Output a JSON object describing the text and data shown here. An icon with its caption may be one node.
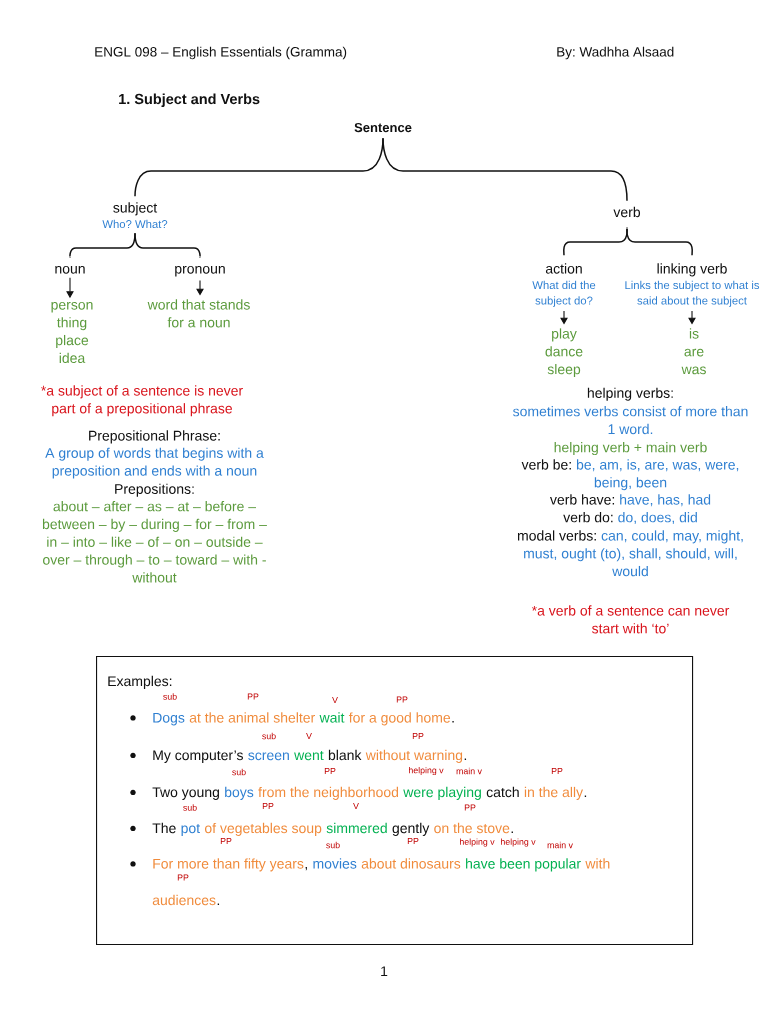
{
  "diagram": {
    "title": "1. Subject and Verbs",
    "nodes": [
      {
        "text": [
          "Sentence"
        ]
      },
      {
        "text": [
          "subject",
          "Who? What?"
        ]
      },
      {
        "text": [
          "verb"
        ]
      },
      {
        "text": [
          "noun"
        ]
      },
      {
        "text": [
          "pronoun"
        ]
      },
      {
        "text": [
          "action",
          "What did the subject do?"
        ]
      },
      {
        "text": [
          "linking verb",
          "Links the subject to what is said about the subject"
        ]
      },
      {
        "text": [
          "person",
          "thing",
          "place",
          "idea"
        ]
      },
      {
        "text": [
          "word that stands for a noun"
        ]
      },
      {
        "text": [
          "play",
          "dance",
          "sleep"
        ]
      },
      {
        "text": [
          "is",
          "are",
          "was"
        ]
      },
      {
        "text": [
          "Examples:",
          "sub",
          "PP",
          "V",
          "PP",
          "Dogs",
          "at the animal shelter",
          "wait",
          "for a good home",
          ".",
          "sub",
          "V",
          "PP",
          "My computer’s",
          "screen",
          "went",
          "blank",
          "without warning",
          ".",
          "sub",
          "PP",
          "helping v",
          "main v",
          "PP",
          "Two young",
          "boys",
          "from the neighborhood",
          "were playing",
          "catch",
          "in the ally",
          ".",
          "sub",
          "PP",
          "V",
          "PP",
          "The",
          "pot",
          "of vegetables soup",
          "simmered",
          "gently",
          "on the stove",
          ".",
          "PP",
          "sub",
          "PP",
          "helping v",
          "helping v",
          "main v",
          "For more than fifty years",
          ",",
          "movies",
          "about dinosaurs",
          "have been popular",
          "with",
          "PP",
          "audiences",
          "."
        ]
      }
    ],
    "edges": [
      {
        "from": 0,
        "to": 1,
        "arrow": "none"
      },
      {
        "from": 0,
        "to": 2,
        "arrow": "none"
      },
      {
        "from": 1,
        "to": 3,
        "arrow": "none"
      },
      {
        "from": 1,
        "to": 4,
        "arrow": "none"
      },
      {
        "from": 2,
        "to": 5,
        "arrow": "none"
      },
      {
        "from": 2,
        "to": 6,
        "arrow": "none"
      },
      {
        "from": 3,
        "to": 7,
        "arrow": "to"
      },
      {
        "from": 4,
        "to": 8,
        "arrow": "to"
      },
      {
        "from": 5,
        "to": 9,
        "arrow": "to"
      },
      {
        "from": 6,
        "to": 10,
        "arrow": "to"
      }
    ],
    "labels": [
      "ENGL 098 – English Essentials (Gramma)",
      "By: Wadhha Alsaad",
      "*a subject of a sentence is never part of a prepositional phrase",
      "Prepositional Phrase:",
      "A group of words that begins with a preposition and ends with a noun",
      "Prepositions:",
      "about – after – as – at – before – between – by – during – for – from – in – into – like – of – on – outside – over – through – to – toward – with - without",
      "helping verbs:",
      "sometimes verbs consist of more than 1 word.",
      "helping verb + main verb",
      "verb be:",
      "be, am, is, are, was, were, being, been",
      "verb have:",
      "have, has, had",
      "verb do:",
      "do, does, did",
      "modal verbs:",
      "can, could, may, might, must, ought (to), shall, should, will, would",
      "*a verb of a sentence can never start with ‘to’",
      "1"
    ]
  }
}
